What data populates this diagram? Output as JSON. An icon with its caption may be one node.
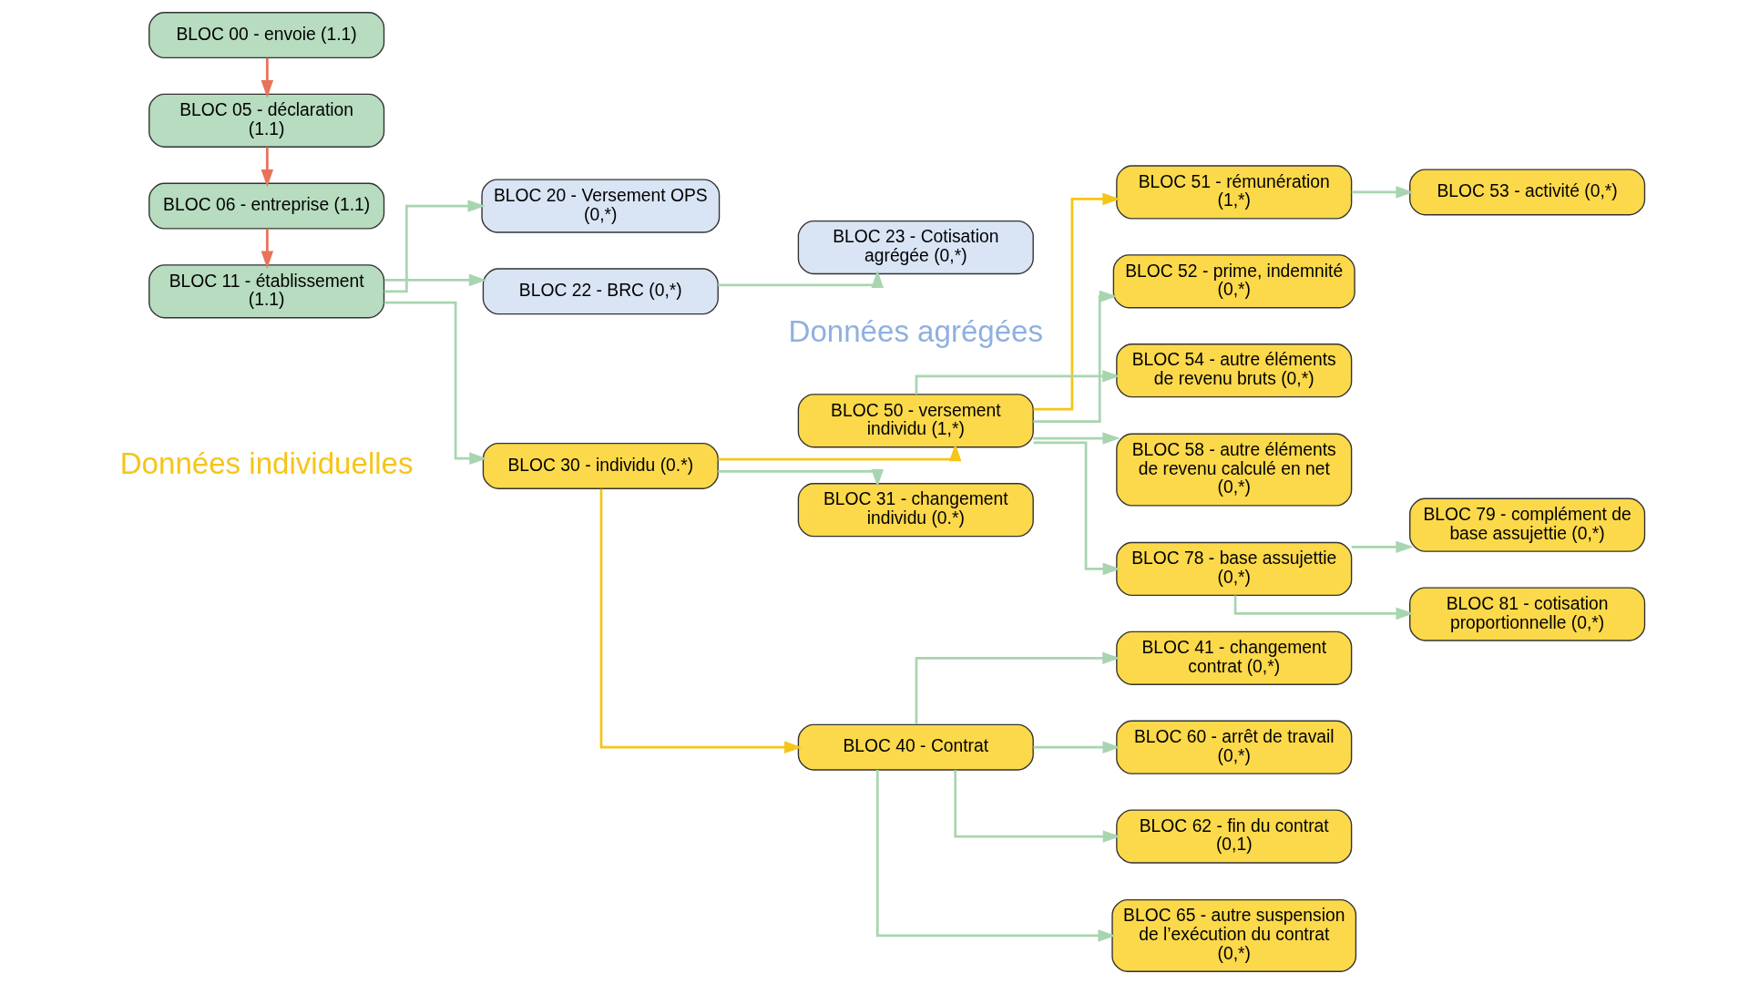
{
  "diagram": {
    "nodes": [
      {
        "text": [
          "BLOC 00 - envoie (1.1)"
        ]
      },
      {
        "text": [
          "BLOC 05 - déclaration (1.1)"
        ]
      },
      {
        "text": [
          "BLOC 06 - entreprise (1.1)"
        ]
      },
      {
        "text": [
          "BLOC 11 - établissement (1.1)"
        ]
      },
      {
        "text": [
          "BLOC 20 - Versement OPS (0,*)"
        ]
      },
      {
        "text": [
          "BLOC 22 - BRC (0,*)"
        ]
      },
      {
        "text": [
          "BLOC 23 - Cotisation agrégée (0,*)"
        ]
      },
      {
        "text": [
          "BLOC 30 - individu (0.*)"
        ]
      },
      {
        "text": [
          "BLOC 50 - versement individu (1,*)"
        ]
      },
      {
        "text": [
          "BLOC 31 - changement individu (0.*)"
        ]
      },
      {
        "text": [
          "BLOC 40 - Contrat"
        ]
      },
      {
        "text": [
          "BLOC 51 - rémunération (1,*)"
        ]
      },
      {
        "text": [
          "BLOC 52 - prime, indemnité (0,*)"
        ]
      },
      {
        "text": [
          "BLOC 54 - autre éléments de revenu bruts (0,*)"
        ]
      },
      {
        "text": [
          "BLOC 58 - autre éléments de revenu calculé en net (0,*)"
        ]
      },
      {
        "text": [
          "BLOC 78 - base assujettie (0,*)"
        ]
      },
      {
        "text": [
          "BLOC 41 - changement contrat (0,*)"
        ]
      },
      {
        "text": [
          "BLOC 60 - arrêt de travail (0,*)"
        ]
      },
      {
        "text": [
          "BLOC 62 - fin du contrat (0,1)"
        ]
      },
      {
        "text": [
          "BLOC 65 - autre suspension de l’exécution du contrat (0,*)"
        ]
      },
      {
        "text": [
          "BLOC 53 - activité (0,*)"
        ]
      },
      {
        "text": [
          "BLOC 79 - complément de base assujettie (0,*)"
        ]
      },
      {
        "text": [
          "BLOC 81 - cotisation proportionnelle (0,*)"
        ]
      }
    ],
    "edges": [
      {
        "from": 0,
        "to": 1,
        "arrow": "to",
        "color": "#e8735a"
      },
      {
        "from": 1,
        "to": 2,
        "arrow": "to",
        "color": "#e8735a"
      },
      {
        "from": 2,
        "to": 3,
        "arrow": "to",
        "color": "#e8735a"
      },
      {
        "from": 3,
        "to": 4,
        "arrow": "to"
      },
      {
        "from": 3,
        "to": 5,
        "arrow": "to"
      },
      {
        "from": 3,
        "to": 7,
        "arrow": "to"
      },
      {
        "from": 5,
        "to": 6,
        "arrow": "to"
      },
      {
        "from": 7,
        "to": 9,
        "arrow": "to"
      },
      {
        "from": 7,
        "to": 10,
        "arrow": "to",
        "color": "#f5c518"
      },
      {
        "from": 7,
        "to": 8,
        "arrow": "to",
        "color": "#f5c518"
      },
      {
        "from": 10,
        "to": 16,
        "arrow": "to"
      },
      {
        "from": 10,
        "to": 17,
        "arrow": "to"
      },
      {
        "from": 10,
        "to": 18,
        "arrow": "to"
      },
      {
        "from": 10,
        "to": 19,
        "arrow": "to"
      },
      {
        "from": 8,
        "to": 11,
        "arrow": "to",
        "color": "#f5c518"
      },
      {
        "from": 8,
        "to": 12,
        "arrow": "to"
      },
      {
        "from": 8,
        "to": 13,
        "arrow": "to"
      },
      {
        "from": 8,
        "to": 14,
        "arrow": "to"
      },
      {
        "from": 8,
        "to": 15,
        "arrow": "to"
      },
      {
        "from": 11,
        "to": 20,
        "arrow": "to"
      },
      {
        "from": 15,
        "to": 21,
        "arrow": "to"
      },
      {
        "from": 15,
        "to": 22,
        "arrow": "to"
      }
    ],
    "labels": [
      "Données agrégées",
      "Données individuelles"
    ]
  }
}
